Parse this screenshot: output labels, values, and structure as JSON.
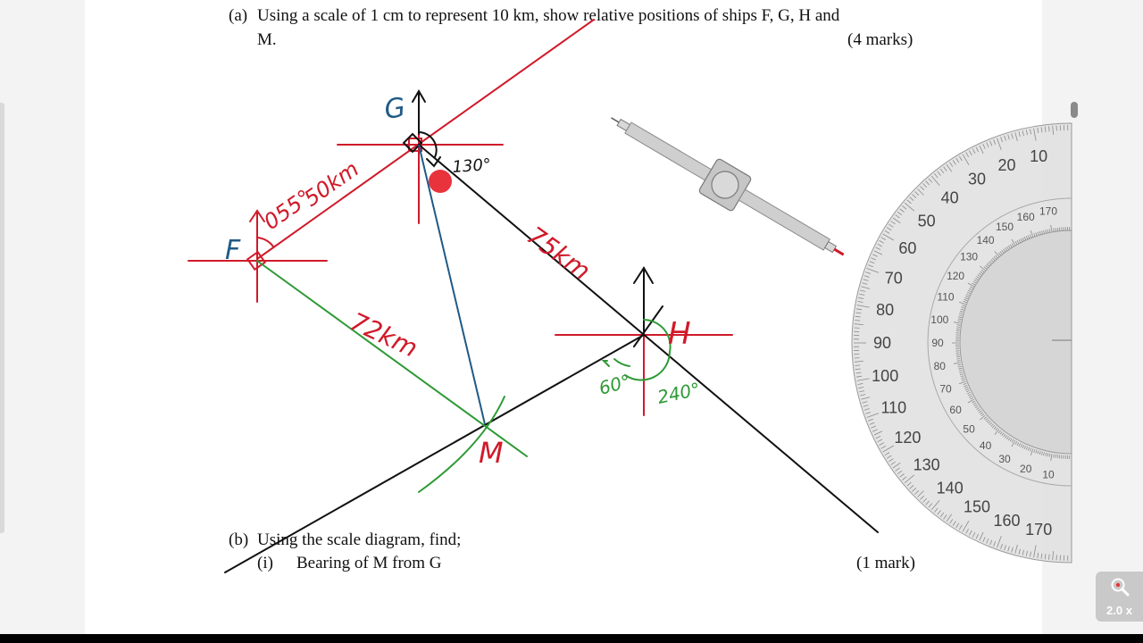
{
  "question": {
    "part_a_label": "(a)",
    "part_a_line1": "Using a scale of 1 cm to represent 10 km, show relative positions of ships F, G, H and",
    "part_a_line2": "M.",
    "part_a_marks": "(4 marks)",
    "part_b_label": "(b)",
    "part_b_text": "Using the scale diagram, find;",
    "part_b_i_label": "(i)",
    "part_b_i_text": "Bearing of M from G",
    "part_b_i_marks": "(1 mark)"
  },
  "annotations": {
    "point_g": "G",
    "point_f": "F",
    "point_h": "H",
    "point_m": "M",
    "bearing_fg": "055°",
    "distance_fg": "50km",
    "bearing_gh": "130°",
    "distance_gh": "75km",
    "distance_fm": "72km",
    "angle_h_green": "60°",
    "angle_h_bearing": "240°"
  },
  "protractor": {
    "outer_ticks": [
      "10",
      "20",
      "30",
      "40",
      "50",
      "60",
      "70",
      "80",
      "90",
      "100",
      "110",
      "120",
      "130",
      "140",
      "150",
      "160",
      "170"
    ],
    "inner_ticks": [
      "170",
      "160",
      "150",
      "140",
      "130",
      "120",
      "110",
      "100",
      "90",
      "80",
      "70",
      "60",
      "50",
      "40",
      "30",
      "20",
      "10"
    ]
  },
  "zoom": {
    "label": "2.0 x"
  },
  "colors": {
    "red": "#d01a2a",
    "blue": "#1f5a86",
    "green": "#2e9a36",
    "black": "#111111",
    "pointer": "#e8323c"
  }
}
